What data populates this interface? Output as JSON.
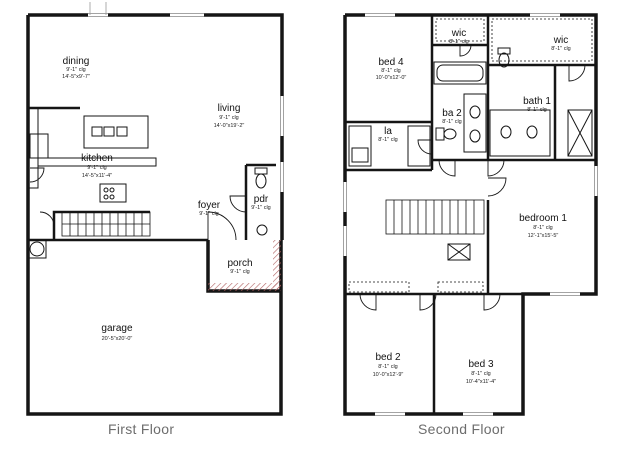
{
  "floors": {
    "first": {
      "label": "First Floor",
      "rooms": {
        "dining": {
          "name": "dining",
          "ceiling": "9'-1\" clg",
          "size": "14'-5\"x9'-7\""
        },
        "living": {
          "name": "living",
          "ceiling": "9'-1\" clg",
          "size": "14'-0\"x19'-2\""
        },
        "kitchen": {
          "name": "kitchen",
          "ceiling": "9'-1\" clg",
          "size": "14'-5\"x11'-4\""
        },
        "foyer": {
          "name": "foyer",
          "ceiling": "9'-1\" clg"
        },
        "pdr": {
          "name": "pdr",
          "ceiling": "9'-1\" clg"
        },
        "porch": {
          "name": "porch",
          "ceiling": "9'-1\" clg"
        },
        "garage": {
          "name": "garage",
          "size": "20'-5\"x20'-0\""
        }
      }
    },
    "second": {
      "label": "Second Floor",
      "rooms": {
        "bed4": {
          "name": "bed 4",
          "ceiling": "8'-1\" clg",
          "size": "10'-0\"x12'-0\""
        },
        "wic_left": {
          "name": "wic",
          "ceiling": "8'-1\" clg"
        },
        "wic_right": {
          "name": "wic",
          "ceiling": "8'-1\" clg"
        },
        "ba2": {
          "name": "ba 2",
          "ceiling": "8'-1\" clg"
        },
        "bath1": {
          "name": "bath 1",
          "ceiling": "8'-1\" clg"
        },
        "la": {
          "name": "la",
          "ceiling": "8'-1\" clg"
        },
        "bedroom1": {
          "name": "bedroom 1",
          "ceiling": "8'-1\" clg",
          "size": "12'-1\"x15'-5\""
        },
        "bed2": {
          "name": "bed 2",
          "ceiling": "8'-1\" clg",
          "size": "10'-0\"x12'-9\""
        },
        "bed3": {
          "name": "bed 3",
          "ceiling": "8'-1\" clg",
          "size": "10'-4\"x11'-4\""
        }
      }
    }
  },
  "colors": {
    "wall": "#151515",
    "window": "#9a9a9a",
    "porch_hatch": "#b06060"
  }
}
